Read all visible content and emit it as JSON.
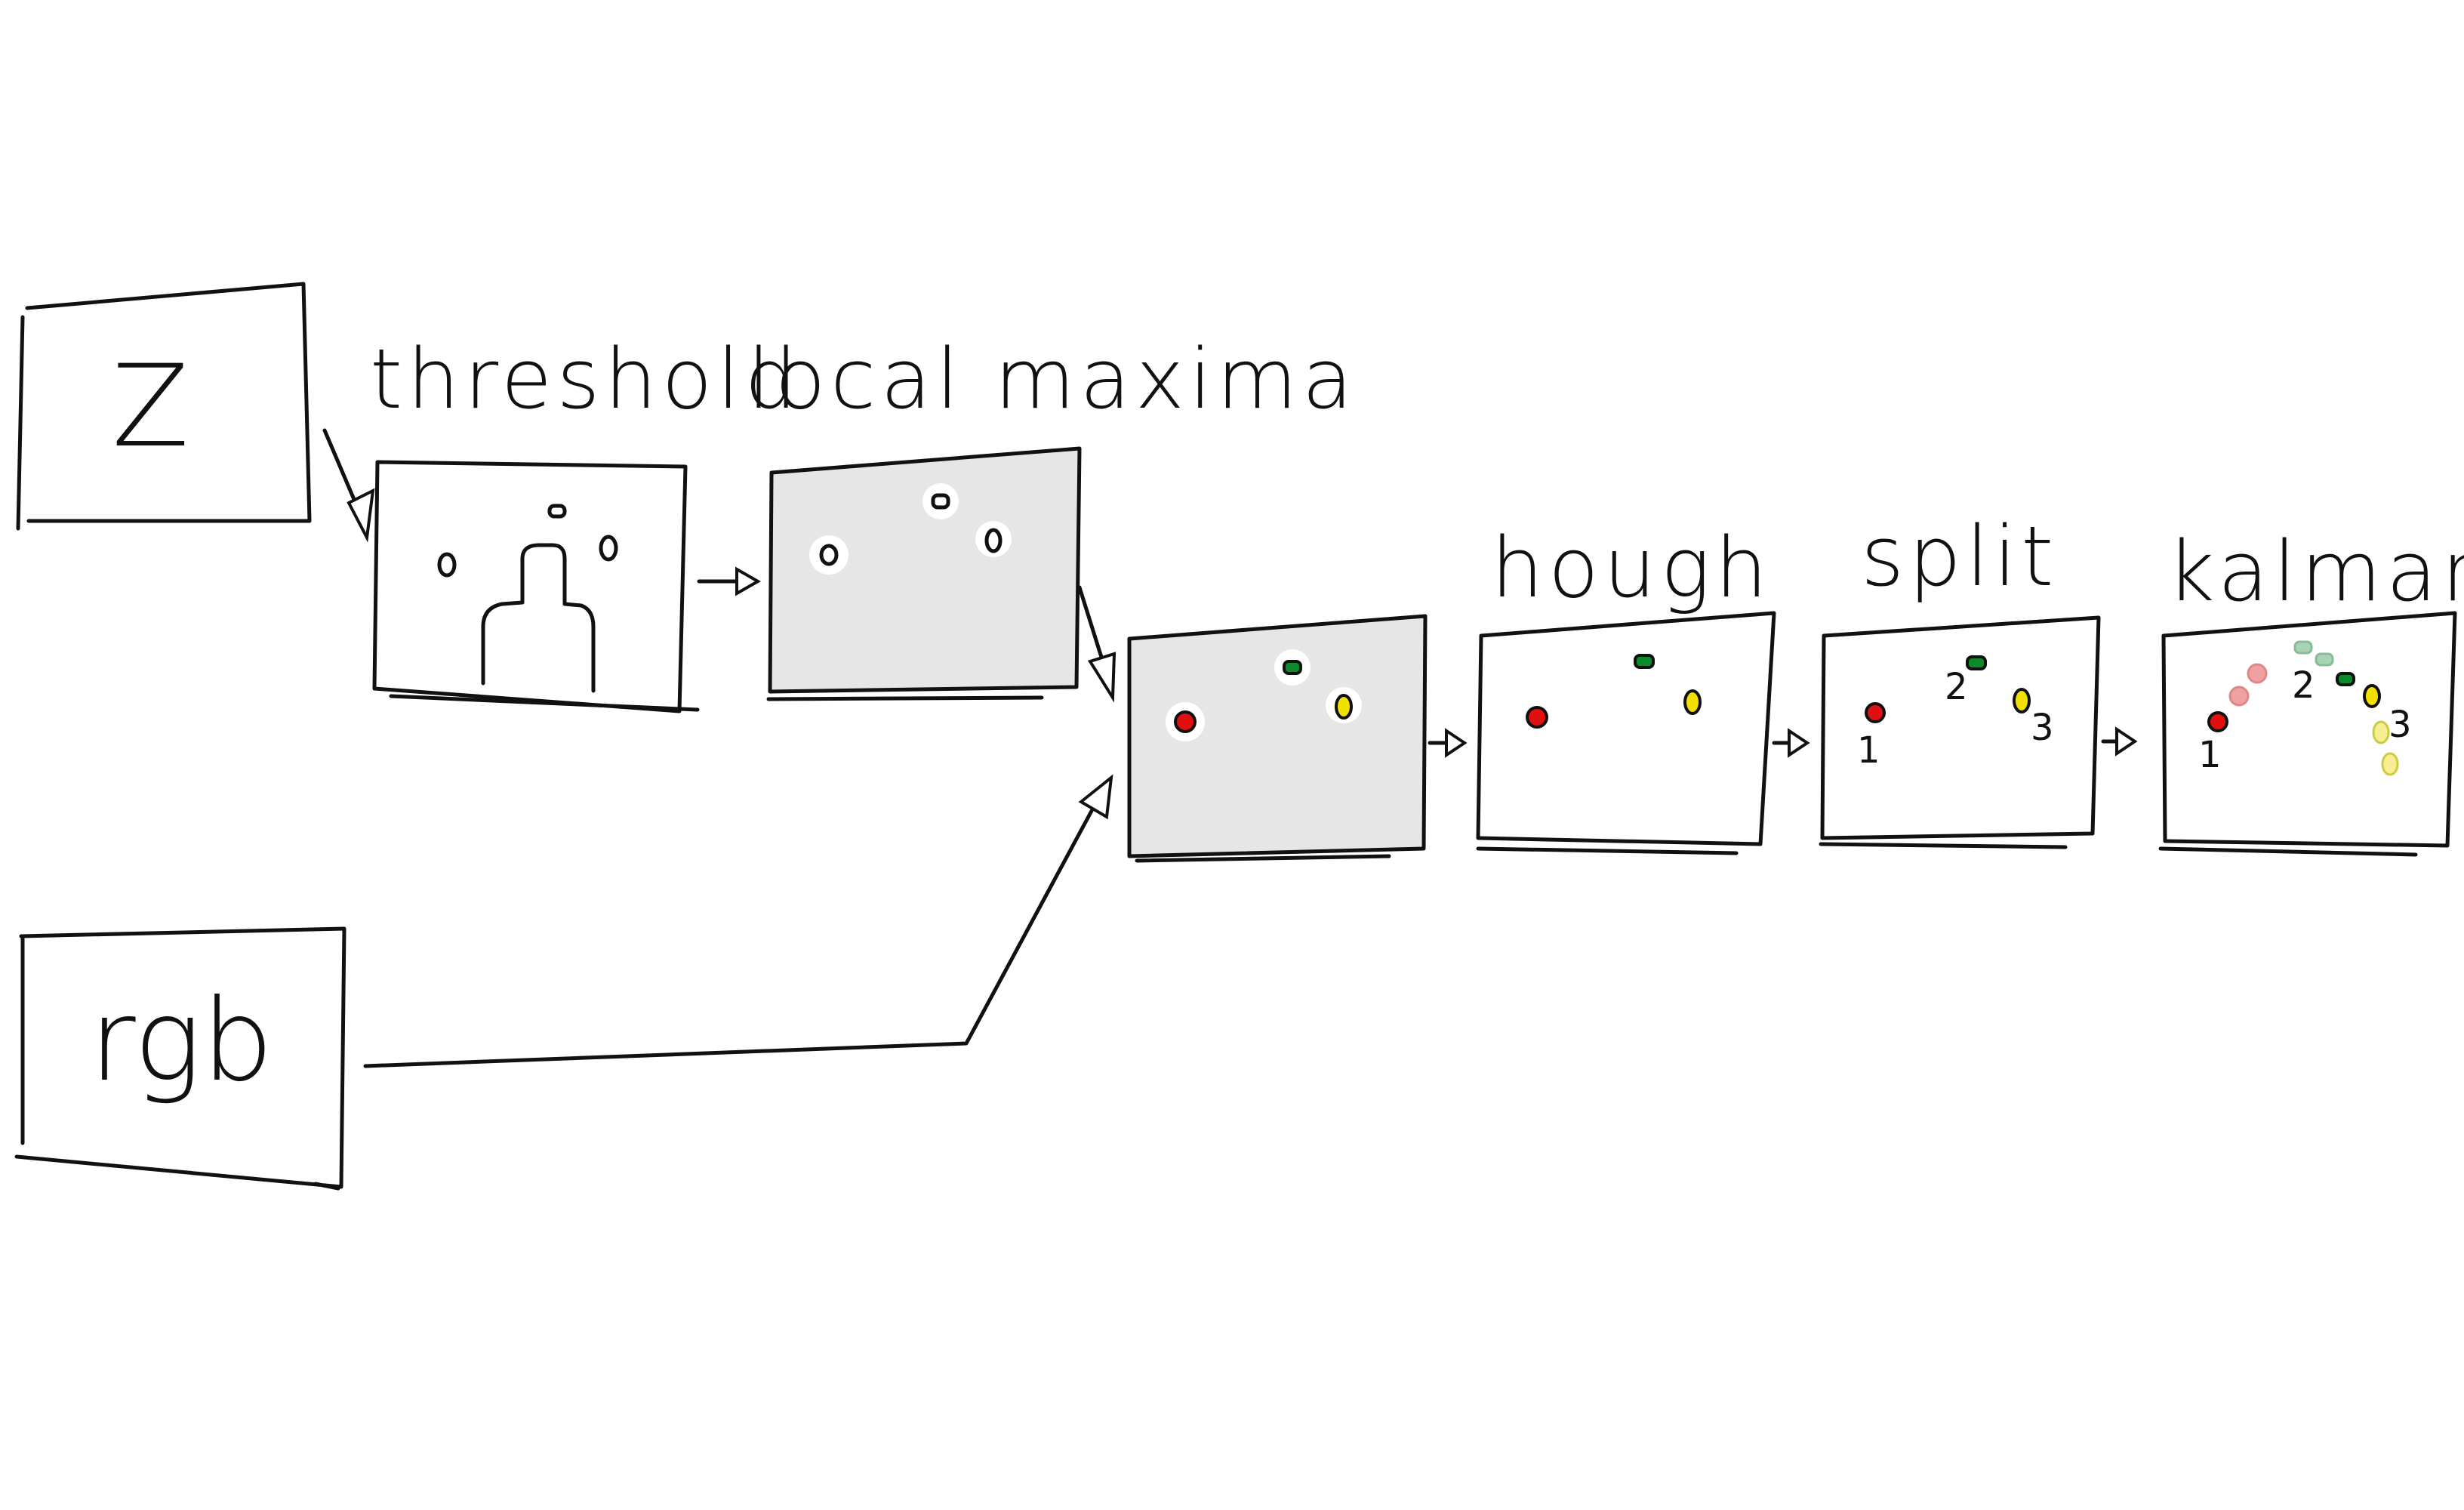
{
  "inputs": {
    "depth_label": "Z",
    "rgb_label": "rgb"
  },
  "stages": {
    "threshold": "threshold",
    "local_maxima": "local maxima",
    "hough": "hough",
    "split": "split",
    "kalman": "kalman"
  },
  "split_ids": [
    "1",
    "2",
    "3"
  ],
  "kalman_ids": [
    "1",
    "2",
    "3"
  ],
  "colors": {
    "stroke": "#111111",
    "grey_fill": "#e6e6e6",
    "ball_red": "#e01010",
    "ball_green": "#0a8a2a",
    "ball_yellow": "#f2e000",
    "trail_red": "#f0a0a0",
    "trail_green": "#a8d4b4",
    "trail_yellow": "#f6ee90"
  }
}
